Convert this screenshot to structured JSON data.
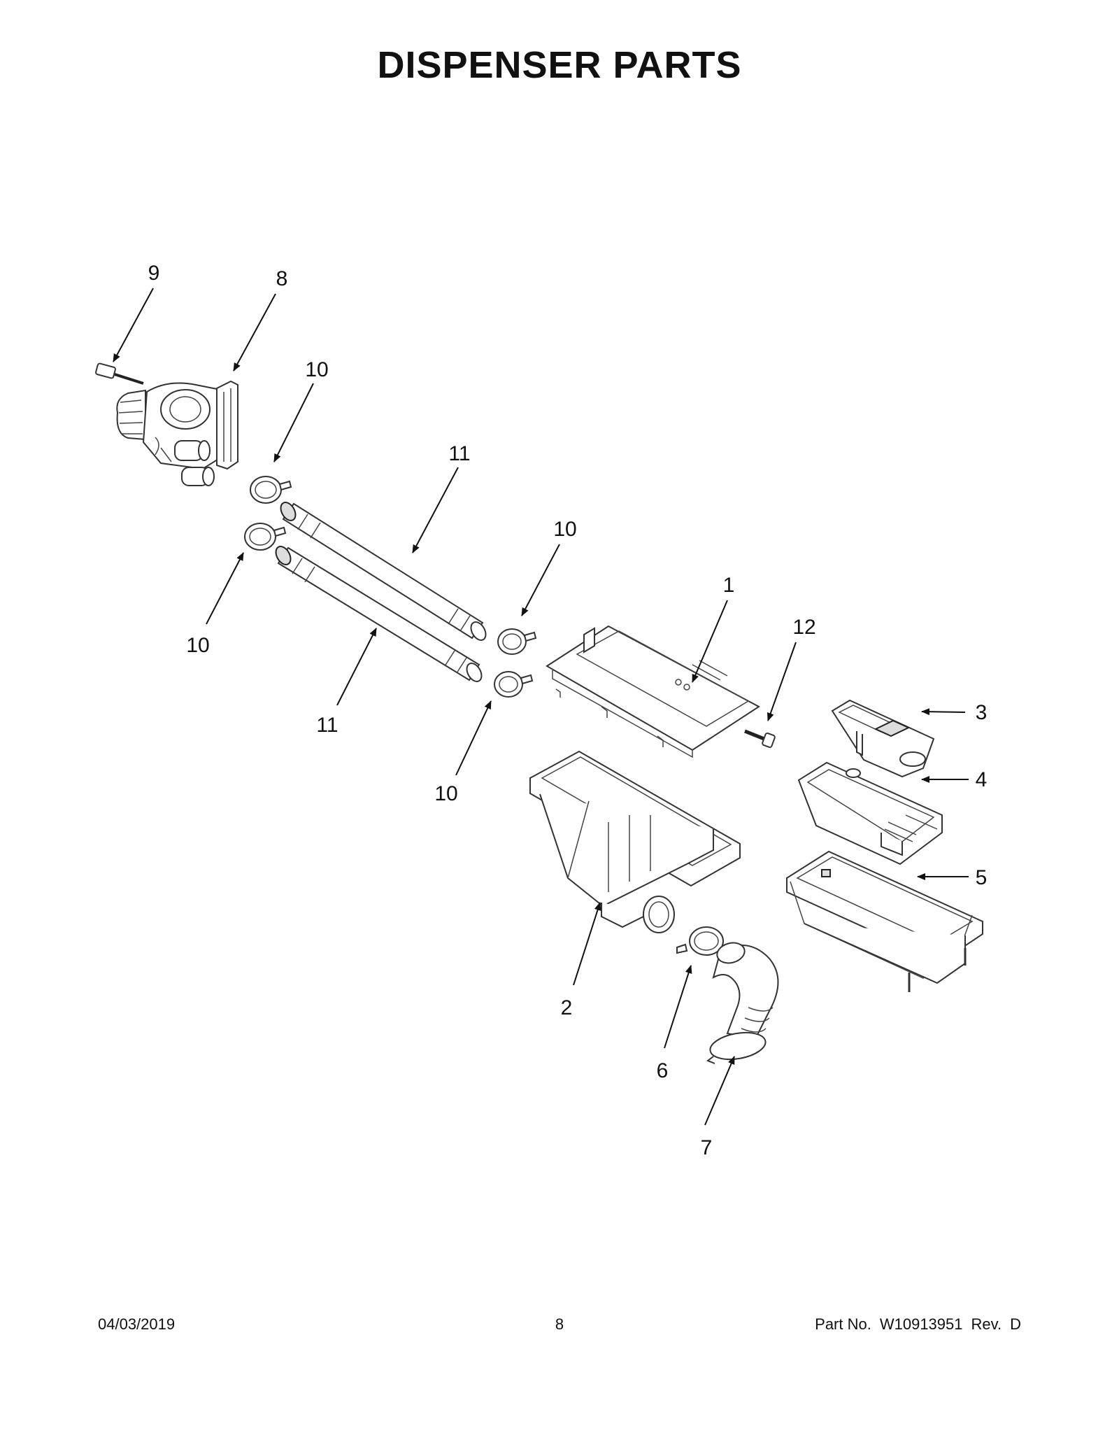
{
  "page": {
    "title": "DISPENSER PARTS",
    "footer": {
      "date": "04/03/2019",
      "page_number": "8",
      "part_label": "Part No.",
      "part_number": "W10913951",
      "rev_label": "Rev.",
      "rev": "D"
    }
  },
  "diagram": {
    "callouts": [
      {
        "label": "9",
        "part": "water-valve-screw"
      },
      {
        "label": "8",
        "part": "water-inlet-valve"
      },
      {
        "label": "10",
        "part": "hose-clamp-upper"
      },
      {
        "label": "11",
        "part": "hose-upper"
      },
      {
        "label": "10",
        "part": "hose-clamp-mid"
      },
      {
        "label": "10",
        "part": "hose-clamp-left"
      },
      {
        "label": "11",
        "part": "hose-lower"
      },
      {
        "label": "10",
        "part": "hose-clamp-lower"
      },
      {
        "label": "1",
        "part": "dispenser-cover"
      },
      {
        "label": "12",
        "part": "cover-screw"
      },
      {
        "label": "3",
        "part": "dispenser-cup"
      },
      {
        "label": "4",
        "part": "dispenser-drawer-insert"
      },
      {
        "label": "5",
        "part": "dispenser-drawer"
      },
      {
        "label": "2",
        "part": "dispenser-housing"
      },
      {
        "label": "6",
        "part": "bellows-clamp"
      },
      {
        "label": "7",
        "part": "bellows-hose"
      }
    ]
  }
}
